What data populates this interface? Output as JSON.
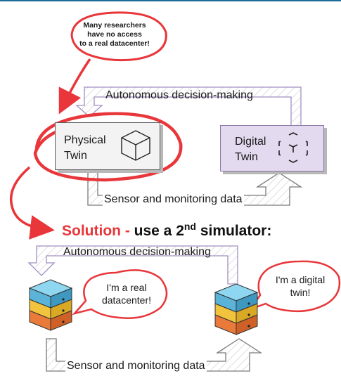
{
  "warning_bubble": {
    "text_lines": [
      "Many researchers",
      "have no access",
      "to a real datacenter!"
    ]
  },
  "top_diagram": {
    "decision_label": "Autonomous decision-making",
    "sensor_label": "Sensor and monitoring data",
    "physical_twin": {
      "line1": "Physical",
      "line2": "Twin"
    },
    "digital_twin": {
      "line1": "Digital",
      "line2": "Twin"
    }
  },
  "solution": {
    "prefix": "Solution -",
    "text": "use a 2",
    "superscript": "nd",
    "suffix": " simulator:"
  },
  "bottom_diagram": {
    "decision_label": "Autonomous decision-making",
    "sensor_label": "Sensor and monitoring data",
    "left_bubble": {
      "line1": "I'm a real",
      "line2": "datacenter!"
    },
    "right_bubble": {
      "line1": "I'm a digital",
      "line2": "twin!"
    }
  },
  "colors": {
    "accent_red": "#e8363a",
    "digital_twin_fill": "#e4daf0",
    "arrow_border": "#9b8cb8",
    "server_top": "#6cc4e6",
    "server_middle": "#f2c33c",
    "server_bottom": "#ea7a3a"
  },
  "icons": [
    "cube-icon",
    "dashed-cube-icon",
    "server-stack-icon",
    "red-arrow-icon"
  ]
}
